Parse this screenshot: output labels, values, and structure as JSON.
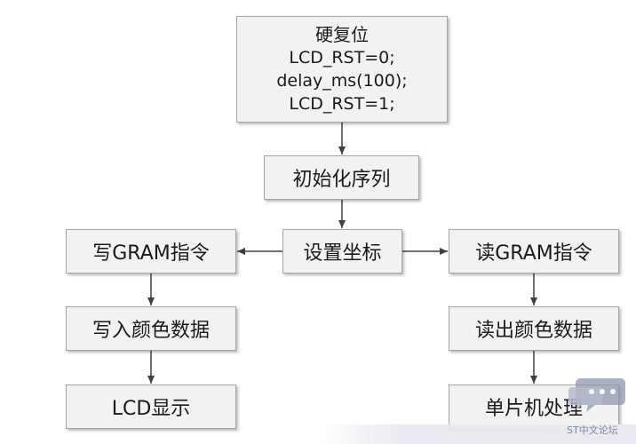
{
  "flowchart": {
    "hard_reset": {
      "title": "硬复位",
      "line1": "LCD_RST=0;",
      "line2": "delay_ms(100);",
      "line3": "LCD_RST=1;"
    },
    "init_sequence": "初始化序列",
    "set_coordinates": "设置坐标",
    "write_gram_command": "写GRAM指令",
    "read_gram_command": "读GRAM指令",
    "write_color_data": "写入颜色数据",
    "read_color_data": "读出颜色数据",
    "lcd_display": "LCD显示",
    "mcu_processing": "单片机处理"
  },
  "watermark": {
    "text": "ST中文论坛"
  },
  "colors": {
    "box_fill": "#f2f2f2",
    "box_border": "#a6a6a6",
    "arrow": "#404040",
    "watermark": "#7d8aa3"
  }
}
